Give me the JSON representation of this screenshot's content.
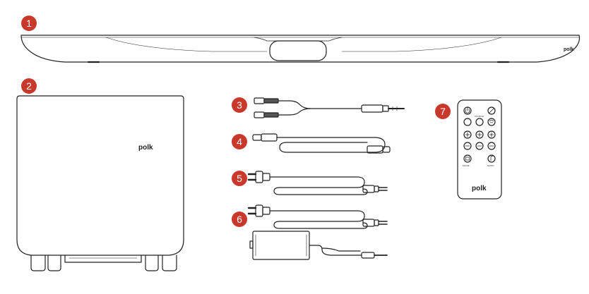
{
  "brand": "polk",
  "callouts": [
    "1",
    "2",
    "3",
    "4",
    "5",
    "6",
    "7"
  ],
  "remote": {
    "labels": {
      "source": "SOURCE",
      "movie": "MOVIE",
      "music": "MUSIC"
    }
  },
  "colors": {
    "callout_fill": "#c8392b",
    "line_art": "#222222"
  }
}
